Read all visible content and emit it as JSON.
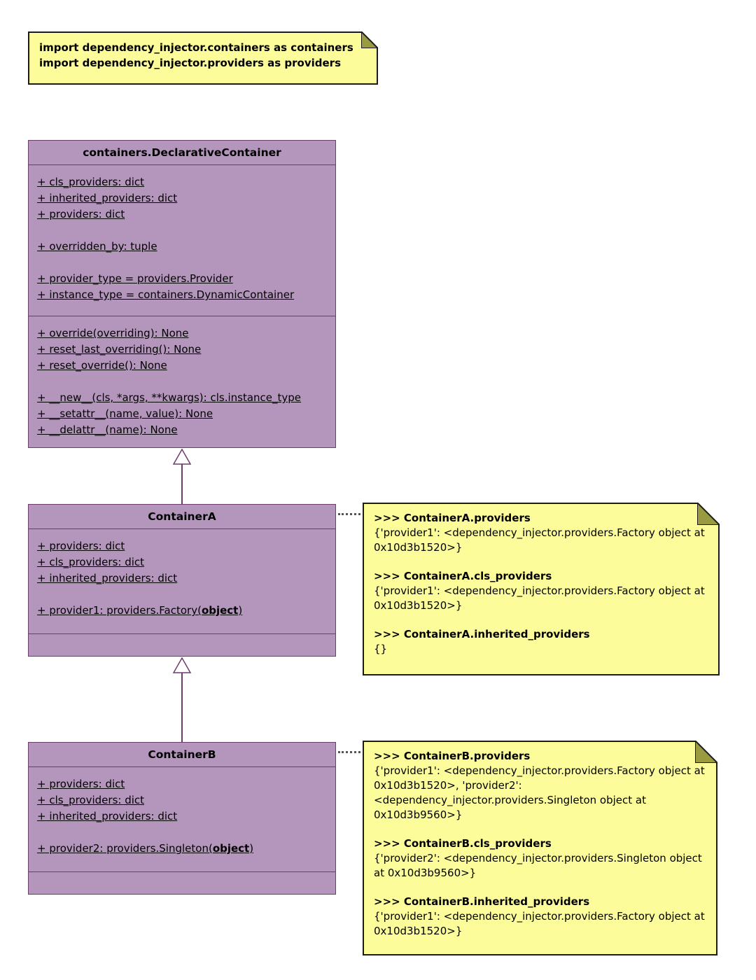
{
  "colors": {
    "class_fill": "#b496bc",
    "class_border": "#6f3b6f",
    "note_fill": "#fcfc9a",
    "note_fold": "#9a9a40",
    "arrow": "#6f3b6f"
  },
  "import_note": {
    "lines": [
      "import dependency_injector.containers as containers",
      "import dependency_injector.providers as providers"
    ]
  },
  "declarative": {
    "title": "containers.DeclarativeContainer",
    "attrs": [
      "+ cls_providers: dict",
      "+ inherited_providers: dict",
      "+ providers: dict",
      "+ overridden_by: tuple",
      "+ provider_type = providers.Provider",
      "+ instance_type = containers.DynamicContainer"
    ],
    "methods": [
      "+ override(overriding): None",
      "+ reset_last_overriding(): None",
      "+ reset_override(): None",
      "+ __new__(cls, *args, **kwargs): cls.instance_type",
      "+ __setattr__(name, value): None",
      "+ __delattr__(name): None"
    ]
  },
  "container_a": {
    "title": "ContainerA",
    "attrs": [
      "+ providers: dict",
      "+ cls_providers: dict",
      "+ inherited_providers: dict"
    ],
    "provider": {
      "prefix": "+ provider1: providers.Factory(",
      "arg": "object",
      "suffix": ")"
    }
  },
  "container_b": {
    "title": "ContainerB",
    "attrs": [
      "+ providers: dict",
      "+ cls_providers: dict",
      "+ inherited_providers: dict"
    ],
    "provider": {
      "prefix": "+ provider2: providers.Singleton(",
      "arg": "object",
      "suffix": ")"
    }
  },
  "note_a": {
    "blocks": [
      {
        "header": ">>> ContainerA.providers",
        "body": "{'provider1': <dependency_injector.providers.Factory object at 0x10d3b1520>}"
      },
      {
        "header": ">>> ContainerA.cls_providers",
        "body": "{'provider1': <dependency_injector.providers.Factory object at 0x10d3b1520>}"
      },
      {
        "header": ">>> ContainerA.inherited_providers",
        "body": "{}"
      }
    ]
  },
  "note_b": {
    "blocks": [
      {
        "header": ">>> ContainerB.providers",
        "body": "{'provider1': <dependency_injector.providers.Factory object at 0x10d3b1520>, 'provider2': <dependency_injector.providers.Singleton object at 0x10d3b9560>}"
      },
      {
        "header": ">>> ContainerB.cls_providers",
        "body": "{'provider2': <dependency_injector.providers.Singleton object at 0x10d3b9560>}"
      },
      {
        "header": ">>> ContainerB.inherited_providers",
        "body": "{'provider1': <dependency_injector.providers.Factory object at 0x10d3b1520>}"
      }
    ]
  }
}
